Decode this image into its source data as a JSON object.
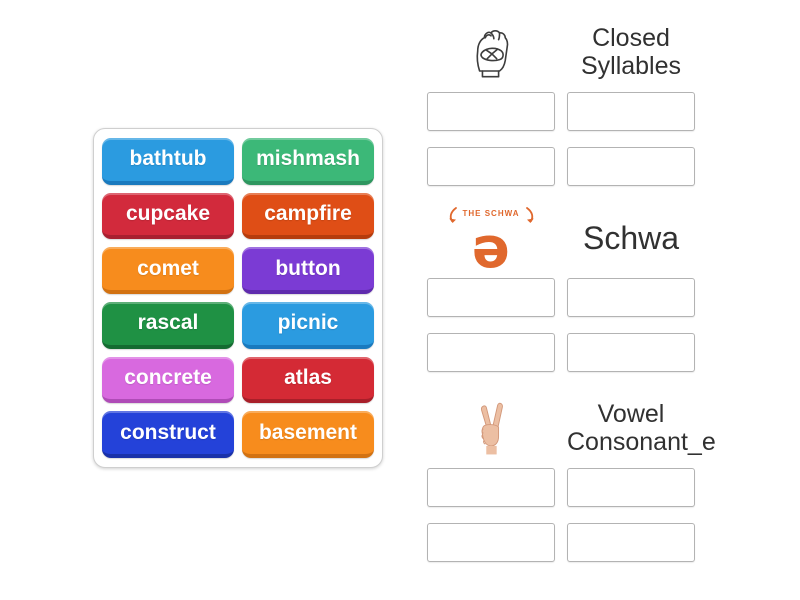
{
  "word_bank": {
    "tiles": [
      {
        "label": "bathtub",
        "bg": "#2b9be0",
        "edge": "#1a7abe"
      },
      {
        "label": "mishmash",
        "bg": "#3cb878",
        "edge": "#2e965f"
      },
      {
        "label": "cupcake",
        "bg": "#d22a3c",
        "edge": "#a82030"
      },
      {
        "label": "campfire",
        "bg": "#df4e16",
        "edge": "#b53c0d"
      },
      {
        "label": "comet",
        "bg": "#f78c1d",
        "edge": "#d27212"
      },
      {
        "label": "button",
        "bg": "#7b3bd4",
        "edge": "#5f2bad"
      },
      {
        "label": "rascal",
        "bg": "#1f9144",
        "edge": "#146b31"
      },
      {
        "label": "picnic",
        "bg": "#2b9be0",
        "edge": "#1a7abe"
      },
      {
        "label": "concrete",
        "bg": "#d869df",
        "edge": "#af4bb7"
      },
      {
        "label": "atlas",
        "bg": "#d42a35",
        "edge": "#a81f29"
      },
      {
        "label": "construct",
        "bg": "#2442d9",
        "edge": "#1931a9"
      },
      {
        "label": "basement",
        "bg": "#f78c1d",
        "edge": "#d27212"
      }
    ]
  },
  "groups": [
    {
      "title": "Closed Syllables",
      "icon": "fist-icon",
      "slot_count": 4
    },
    {
      "title": "Schwa",
      "icon": "schwa-icon",
      "icon_caption": "THE SCHWA",
      "icon_char": "ə",
      "slot_count": 4
    },
    {
      "title": "Vowel Consonant_e",
      "icon": "peace-hand-icon",
      "slot_count": 4
    }
  ],
  "colors": {
    "schwa_orange": "#e0682d",
    "slot_border": "#b3b3b3",
    "title_text": "#313131"
  }
}
